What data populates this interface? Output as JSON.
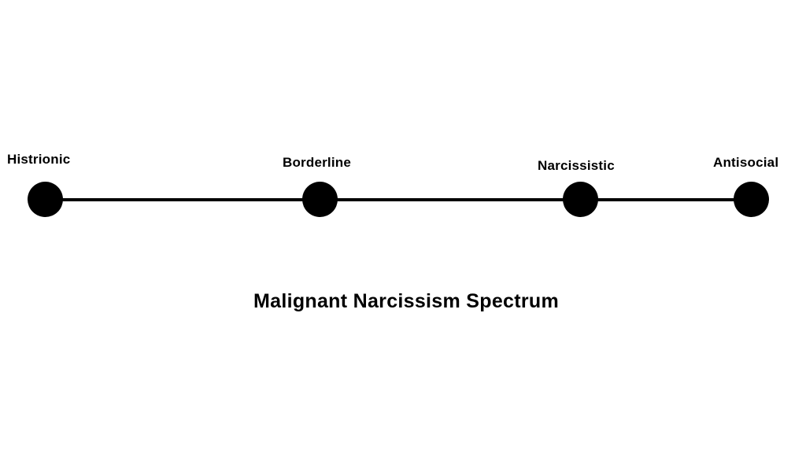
{
  "spectrum": {
    "points": [
      {
        "label": "Histrionic"
      },
      {
        "label": "Borderline"
      },
      {
        "label": "Narcissistic"
      },
      {
        "label": "Antisocial"
      }
    ],
    "title": "Malignant Narcissism Spectrum"
  },
  "colors": {
    "line": "#000000",
    "node": "#000000",
    "text": "#000000",
    "background": "#ffffff"
  }
}
